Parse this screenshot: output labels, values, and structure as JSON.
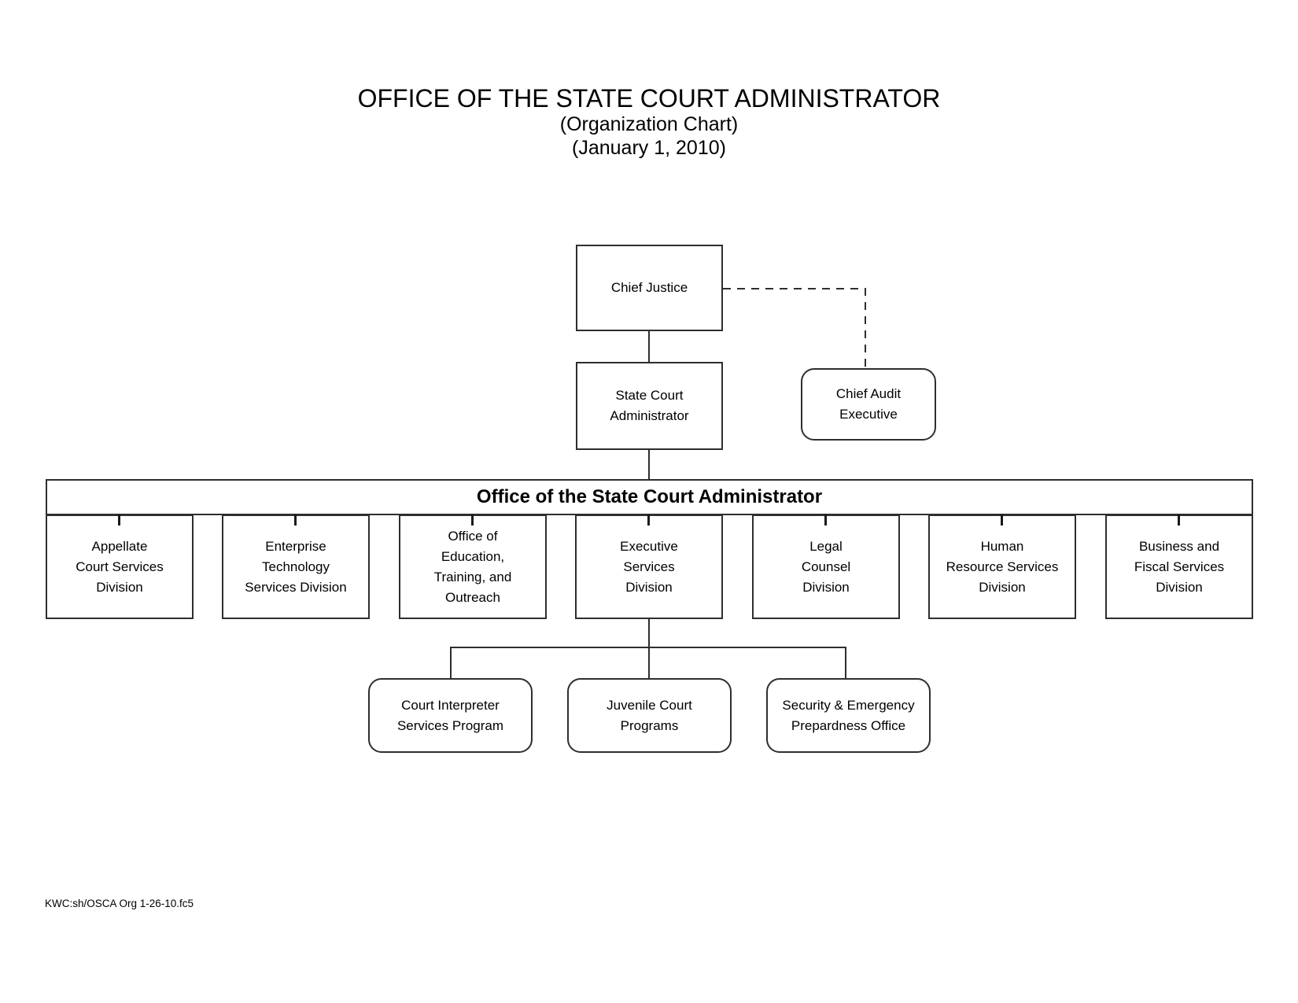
{
  "page": {
    "title_line1": "OFFICE OF THE STATE COURT ADMINISTRATOR",
    "title_line2": "(Organization Chart)",
    "title_line3": "(January 1, 2010)",
    "footer": "KWC:sh/OSCA Org 1-26-10.fc5"
  },
  "org": {
    "chief_justice": {
      "label": "Chief Justice"
    },
    "state_court_administrator": {
      "label": "State Court\nAdministrator"
    },
    "chief_audit_executive": {
      "label": "Chief Audit\nExecutive"
    },
    "office_banner": {
      "label": "Office of the State Court Administrator"
    },
    "divisions": [
      {
        "label": "Appellate\nCourt Services\nDivision"
      },
      {
        "label": "Enterprise\nTechnology\nServices Division"
      },
      {
        "label": "Office of\nEducation,\nTraining, and\nOutreach"
      },
      {
        "label": "Executive\nServices\nDivision"
      },
      {
        "label": "Legal\nCounsel\nDivision"
      },
      {
        "label": "Human\nResource Services\nDivision"
      },
      {
        "label": "Business and\nFiscal Services\nDivision"
      }
    ],
    "programs": [
      {
        "label": "Court Interpreter\nServices Program"
      },
      {
        "label": "Juvenile Court\nPrograms"
      },
      {
        "label": "Security & Emergency\nPrepardness Office"
      }
    ]
  },
  "colors": {
    "line": "#2e2e2e",
    "text": "#000000",
    "background": "#ffffff"
  }
}
